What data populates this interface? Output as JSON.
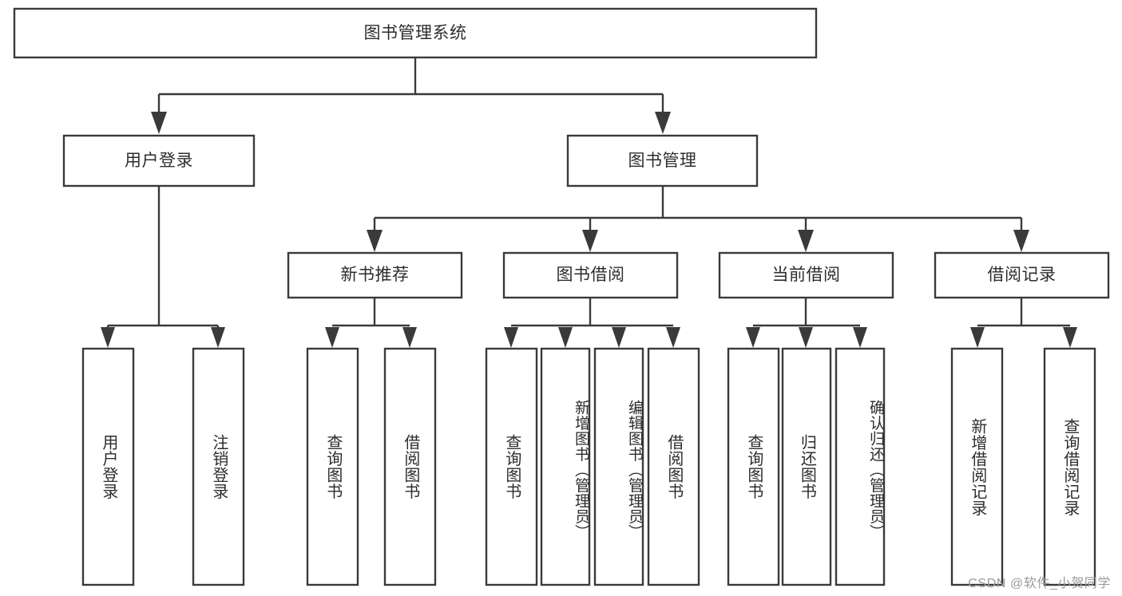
{
  "diagram": {
    "kind": "tree-structure-chart",
    "title": "图书管理系统",
    "watermark": "CSDN @软件_小贺同学",
    "colors": {
      "stroke": "#3a3a3a",
      "fill": "#ffffff",
      "text": "#2d2d2d",
      "watermark": "#9a9a9a",
      "background": "#ffffff"
    },
    "levels": {
      "level1": [
        {
          "id": "root",
          "label": "图书管理系统",
          "orientation": "horizontal"
        }
      ],
      "level2": [
        {
          "id": "user-login",
          "label": "用户登录",
          "orientation": "horizontal",
          "parent": "root"
        },
        {
          "id": "book-manage",
          "label": "图书管理",
          "orientation": "horizontal",
          "parent": "root"
        }
      ],
      "level3": [
        {
          "id": "new-book-rec",
          "label": "新书推荐",
          "orientation": "horizontal",
          "parent": "book-manage"
        },
        {
          "id": "book-borrow",
          "label": "图书借阅",
          "orientation": "horizontal",
          "parent": "book-manage"
        },
        {
          "id": "current-borrow",
          "label": "当前借阅",
          "orientation": "horizontal",
          "parent": "book-manage"
        },
        {
          "id": "borrow-record",
          "label": "借阅记录",
          "orientation": "horizontal",
          "parent": "book-manage"
        }
      ],
      "level4": [
        {
          "id": "leaf-user-login",
          "label": "用户登录",
          "orientation": "vertical",
          "parent": "user-login"
        },
        {
          "id": "leaf-logout-login",
          "label": "注销登录",
          "orientation": "vertical",
          "parent": "user-login"
        },
        {
          "id": "leaf-query-book-1",
          "label": "查询图书",
          "orientation": "vertical",
          "parent": "new-book-rec"
        },
        {
          "id": "leaf-borrow-book-1",
          "label": "借阅图书",
          "orientation": "vertical",
          "parent": "new-book-rec"
        },
        {
          "id": "leaf-query-book-2",
          "label": "查询图书",
          "orientation": "vertical",
          "parent": "book-borrow"
        },
        {
          "id": "leaf-add-book",
          "label": "新增图书（管理员）",
          "orientation": "vertical",
          "parent": "book-borrow"
        },
        {
          "id": "leaf-edit-book",
          "label": "编辑图书（管理员）",
          "orientation": "vertical",
          "parent": "book-borrow"
        },
        {
          "id": "leaf-borrow-book-2",
          "label": "借阅图书",
          "orientation": "vertical",
          "parent": "book-borrow"
        },
        {
          "id": "leaf-query-book-3",
          "label": "查询图书",
          "orientation": "vertical",
          "parent": "current-borrow"
        },
        {
          "id": "leaf-return-book",
          "label": "归还图书",
          "orientation": "vertical",
          "parent": "current-borrow"
        },
        {
          "id": "leaf-confirm-return",
          "label": "确认归还（管理员）",
          "orientation": "vertical",
          "parent": "current-borrow"
        },
        {
          "id": "leaf-add-record",
          "label": "新增借阅记录",
          "orientation": "vertical",
          "parent": "borrow-record"
        },
        {
          "id": "leaf-query-record",
          "label": "查询借阅记录",
          "orientation": "vertical",
          "parent": "borrow-record"
        }
      ]
    }
  }
}
